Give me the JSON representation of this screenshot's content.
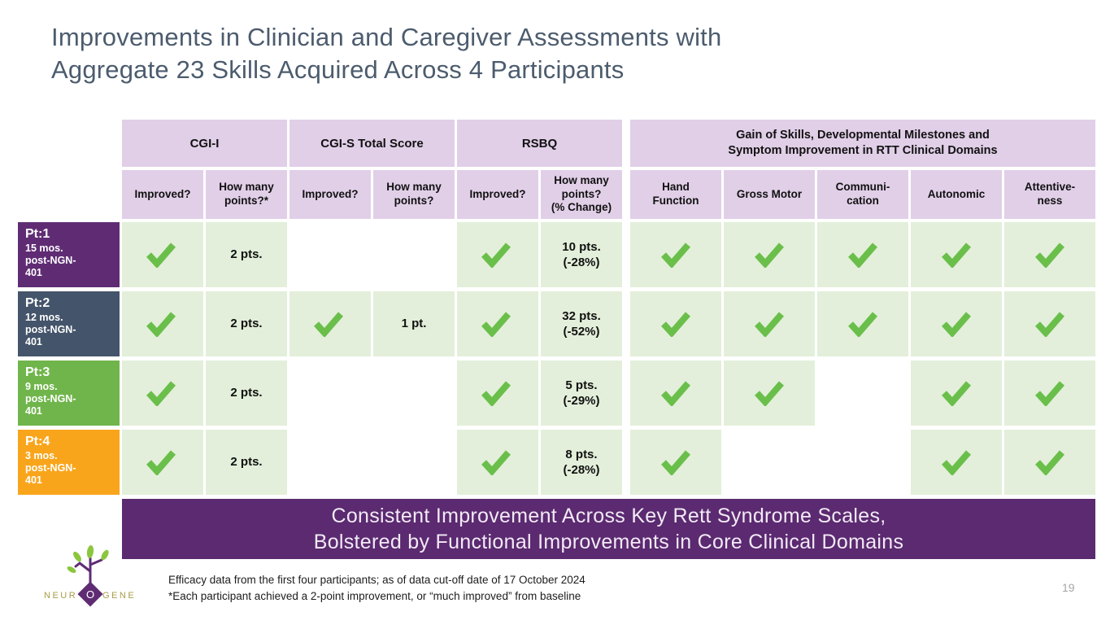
{
  "slide": {
    "title_line1": "Improvements in Clinician and Caregiver Assessments with",
    "title_line2": "Aggregate 23 Skills Acquired Across 4 Participants",
    "banner_line1": "Consistent Improvement Across Key Rett Syndrome Scales,",
    "banner_line2": "Bolstered by Functional Improvements in Core Clinical Domains",
    "footnote_line1": "Efficacy data from the first four participants; as of data cut-off date of 17 October 2024",
    "footnote_line2": "*Each participant achieved a 2-point improvement, or “much improved” from baseline",
    "page_number": "19"
  },
  "logo": {
    "brand_left": "N E U R",
    "brand_right": "G E N E",
    "brand_o": "O"
  },
  "colors": {
    "header_lavender": "#e1cfe8",
    "cell_green": "#e3efda",
    "check_green": "#6abf4b",
    "banner_purple": "#5b2a70",
    "title_slate": "#4c5c6e",
    "pt1_purple": "#5f2c74",
    "pt2_slate": "#44546a",
    "pt3_green": "#70b54b",
    "pt4_orange": "#f9a51c"
  },
  "table": {
    "groups": [
      {
        "label": "CGI-I"
      },
      {
        "label": "CGI-S Total Score"
      },
      {
        "label": "RSBQ"
      },
      {
        "label": "Gain of Skills, Developmental Milestones and\nSymptom Improvement in RTT Clinical Domains"
      }
    ],
    "columns": {
      "cgii_improved": "Improved?",
      "cgii_points": "How many\npoints?*",
      "cgis_improved": "Improved?",
      "cgis_points": "How many\npoints?",
      "rsbq_improved": "Improved?",
      "rsbq_points": "How many\npoints?\n(% Change)",
      "hand_function": "Hand\nFunction",
      "gross_motor": "Gross Motor",
      "communication": "Communi-\ncation",
      "autonomic": "Autonomic",
      "attentiveness": "Attentive-\nness"
    },
    "rows": [
      {
        "pt": "Pt:1",
        "sub": "15 mos.\npost-NGN-\n401",
        "color": "#5f2c74",
        "left": [
          {
            "check": true,
            "filled": true
          },
          {
            "text": "2 pts.",
            "filled": true
          },
          {
            "filled": false
          },
          {
            "filled": false
          },
          {
            "check": true,
            "filled": true
          },
          {
            "text": "10 pts.\n(-28%)",
            "filled": true
          }
        ],
        "right": [
          {
            "check": true,
            "filled": true
          },
          {
            "check": true,
            "filled": true
          },
          {
            "check": true,
            "filled": true
          },
          {
            "check": true,
            "filled": true
          },
          {
            "check": true,
            "filled": true
          }
        ]
      },
      {
        "pt": "Pt:2",
        "sub": "12 mos.\npost-NGN-\n401",
        "color": "#44546a",
        "left": [
          {
            "check": true,
            "filled": true
          },
          {
            "text": "2 pts.",
            "filled": true
          },
          {
            "check": true,
            "filled": true
          },
          {
            "text": "1 pt.",
            "filled": true
          },
          {
            "check": true,
            "filled": true
          },
          {
            "text": "32 pts.\n(-52%)",
            "filled": true
          }
        ],
        "right": [
          {
            "check": true,
            "filled": true
          },
          {
            "check": true,
            "filled": true
          },
          {
            "check": true,
            "filled": true
          },
          {
            "check": true,
            "filled": true
          },
          {
            "check": true,
            "filled": true
          }
        ]
      },
      {
        "pt": "Pt:3",
        "sub": "9 mos.\npost-NGN-\n401",
        "color": "#70b54b",
        "left": [
          {
            "check": true,
            "filled": true
          },
          {
            "text": "2 pts.",
            "filled": true
          },
          {
            "filled": false
          },
          {
            "filled": false
          },
          {
            "check": true,
            "filled": true
          },
          {
            "text": "5 pts.\n(-29%)",
            "filled": true
          }
        ],
        "right": [
          {
            "check": true,
            "filled": true
          },
          {
            "check": true,
            "filled": true
          },
          {
            "filled": false
          },
          {
            "check": true,
            "filled": true
          },
          {
            "check": true,
            "filled": true
          }
        ]
      },
      {
        "pt": "Pt:4",
        "sub": "3 mos.\npost-NGN-\n401",
        "color": "#f9a51c",
        "left": [
          {
            "check": true,
            "filled": true
          },
          {
            "text": "2 pts.",
            "filled": true
          },
          {
            "filled": false
          },
          {
            "filled": false
          },
          {
            "check": true,
            "filled": true
          },
          {
            "text": "8 pts.\n(-28%)",
            "filled": true
          }
        ],
        "right": [
          {
            "check": true,
            "filled": true
          },
          {
            "filled": false
          },
          {
            "filled": false
          },
          {
            "check": true,
            "filled": true
          },
          {
            "check": true,
            "filled": true
          }
        ]
      }
    ]
  }
}
